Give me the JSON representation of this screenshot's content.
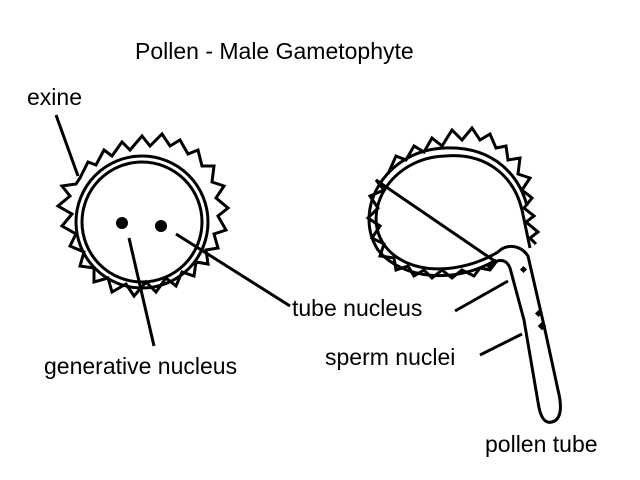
{
  "title": "Pollen - Male Gametophyte",
  "labels": {
    "exine": "exine",
    "tube_nucleus": "tube nucleus",
    "generative_nucleus": "generative nucleus",
    "sperm_nuclei": "sperm nuclei",
    "pollen_tube": "pollen tube"
  },
  "colors": {
    "ink": "#000000",
    "background": "#ffffff"
  }
}
